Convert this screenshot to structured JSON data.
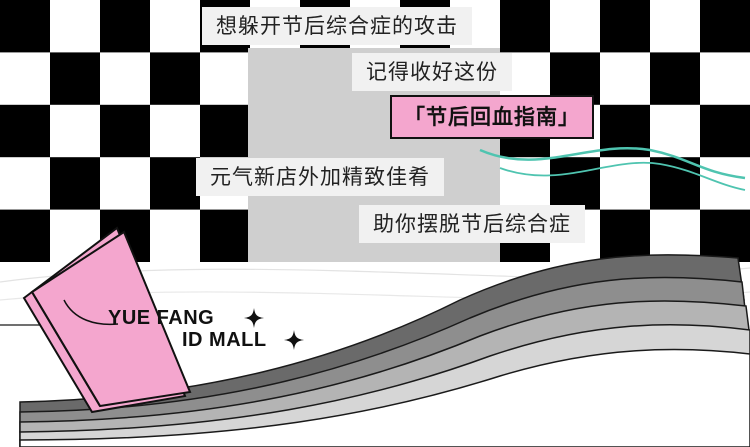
{
  "texts": {
    "line1": "想躲开节后综合症的攻击",
    "line2": "记得收好这份",
    "line3": "「节后回血指南」",
    "line4": "元气新店外加精致佳肴",
    "line5": "助你摆脱节后综合症"
  },
  "brand": {
    "line1": "YUE FANG",
    "line2": "ID MALL"
  },
  "colors": {
    "pink": "#f4a6ce",
    "teal": "#4fc4b0",
    "checker_dark": "#000000",
    "label_bg": "#f1f1f1"
  },
  "icons": [
    "sparkle-star-icon",
    "sparkle-star-icon"
  ]
}
